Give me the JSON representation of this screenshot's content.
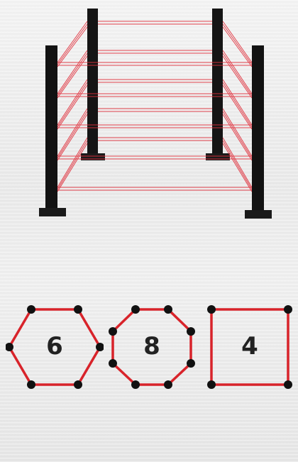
{
  "colors": {
    "beam": "#e0303c",
    "post": "#151515",
    "polygon_stroke": "#d8232a",
    "vertex": "#111111",
    "label": "#222222"
  },
  "illustration": {
    "subject": "beam-fence-posts-icon",
    "posts": 4,
    "beam_levels": 5
  },
  "shapes": [
    {
      "name": "hexagon",
      "sides": 6,
      "label": "6"
    },
    {
      "name": "octagon",
      "sides": 8,
      "label": "8"
    },
    {
      "name": "square",
      "sides": 4,
      "label": "4"
    }
  ]
}
